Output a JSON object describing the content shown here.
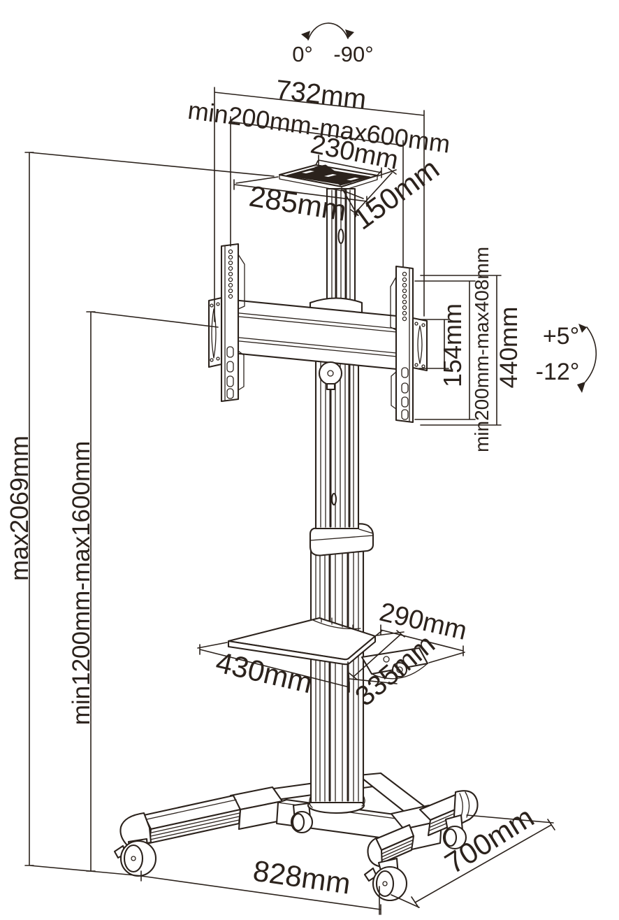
{
  "colors": {
    "line": "#2b221c",
    "background": "#ffffff"
  },
  "rotation_range": {
    "from": "0°",
    "to": "-90°"
  },
  "tilt_range": {
    "up": "+5°",
    "down": "-12°"
  },
  "dimensions": {
    "bracket_width": "732mm",
    "vesa_width_range": "min200mm-max600mm",
    "top_plate_width": "230mm",
    "top_plate_depth": "285mm",
    "top_plate_side": "150mm",
    "side_bracket_height": "154mm",
    "vesa_height_range": "min200mm-max408mm",
    "bracket_height": "440mm",
    "overall_height": "max2069mm",
    "column_height_range": "min1200mm-max1600mm",
    "shelf_depth": "290mm",
    "shelf_mount_depth": "335mm",
    "shelf_width": "430mm",
    "base_width": "828mm",
    "base_depth": "700mm"
  }
}
